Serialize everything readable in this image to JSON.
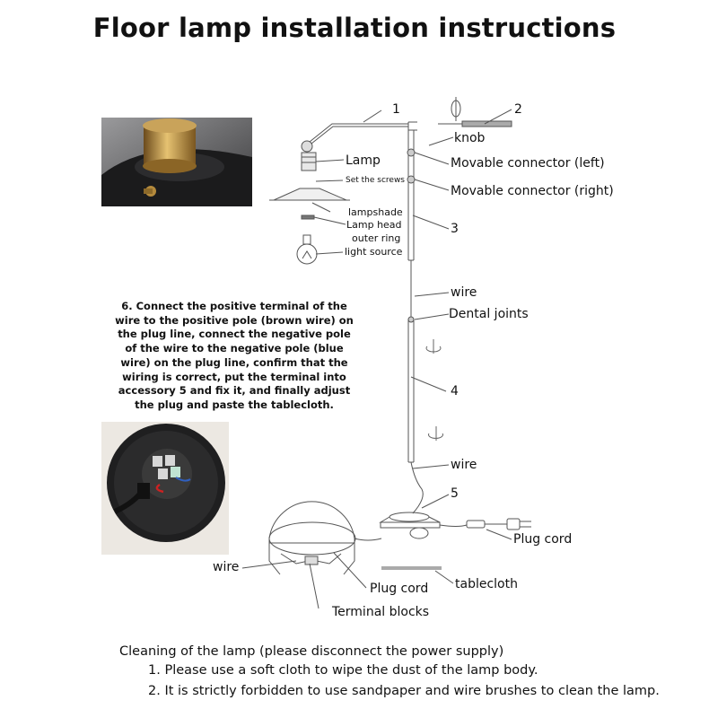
{
  "title": "Floor lamp installation instructions",
  "labels": {
    "part1": "1",
    "part2": "2",
    "part3": "3",
    "part4": "4",
    "part5": "5",
    "knob": "knob",
    "lamp": "Lamp",
    "movable_left": "Movable connector (left)",
    "set_screws": "Set the screws",
    "movable_right": "Movable connector (right)",
    "lampshade": "lampshade",
    "lamp_head": "Lamp head",
    "outer_ring": "outer ring",
    "light_source": "light source",
    "wire_upper": "wire",
    "dental_joints": "Dental joints",
    "wire_lower": "wire",
    "plug_cord_right": "Plug cord",
    "wire_left": "wire",
    "tablecloth": "tablecloth",
    "plug_cord_bottom": "Plug cord",
    "terminal_blocks": "Terminal blocks"
  },
  "instruction": "6. Connect the positive terminal of the wire to the positive pole (brown wire) on the plug line, connect the negative pole of the wire to the negative pole (blue wire) on the plug line, confirm that the wiring is correct, put the terminal into accessory 5 and fix it, and finally adjust the plug and paste the tablecloth.",
  "cleaning": {
    "heading": "Cleaning of the lamp (please disconnect the power supply)",
    "step1": "1. Please use a soft cloth to wipe the dust of the lamp body.",
    "step2": "2. It is strictly forbidden to use sandpaper and wire brushes to clean the lamp."
  },
  "icons": {
    "photo_top": "lamp-head-photo",
    "photo_bottom": "terminal-wiring-photo",
    "rotate": "rotate-arrow-icon"
  },
  "colors": {
    "line": "#555555",
    "text": "#111111"
  }
}
